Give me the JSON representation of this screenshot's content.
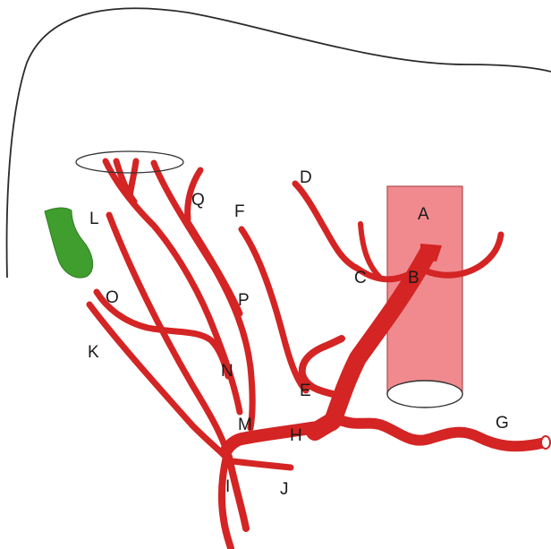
{
  "labels": {
    "a": "A",
    "b": "B",
    "c": "C",
    "d": "D",
    "e": "E",
    "f": "F",
    "g": "G",
    "h": "H",
    "i": "I",
    "j": "J",
    "k": "K",
    "l": "L",
    "m": "M",
    "n": "N",
    "o": "O",
    "p": "P",
    "q": "Q"
  },
  "colors": {
    "vessel": "#d42424",
    "aorta_fill": "#f08a8f",
    "gallbladder": "#3f9e2e",
    "outline": "#2a2a2a"
  }
}
